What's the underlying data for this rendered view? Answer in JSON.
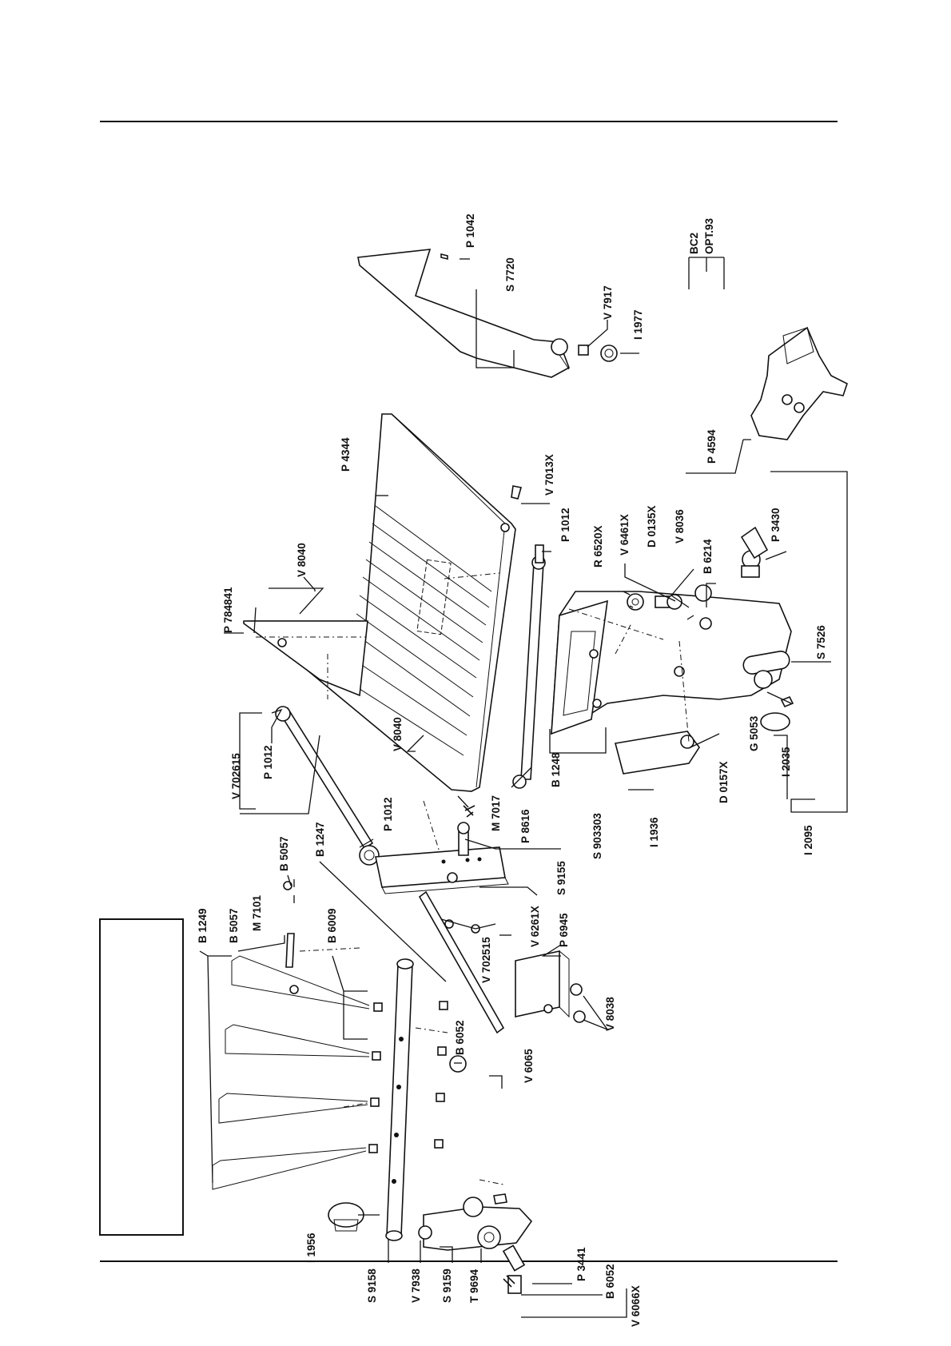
{
  "drawing": {
    "assembly_labels": [
      "BC2",
      "OPT.93"
    ]
  },
  "callouts": [
    {
      "id": "P 1042"
    },
    {
      "id": "S 7720"
    },
    {
      "id": "V 7917"
    },
    {
      "id": "I 1977"
    },
    {
      "id": "P 4344"
    },
    {
      "id": "V 7013X"
    },
    {
      "id": "P 1012"
    },
    {
      "id": "R 6520X"
    },
    {
      "id": "V 6461X"
    },
    {
      "id": "D 0135X"
    },
    {
      "id": "V 8036"
    },
    {
      "id": "B 6214"
    },
    {
      "id": "P 3430"
    },
    {
      "id": "P 4594"
    },
    {
      "id": "P 784841"
    },
    {
      "id": "V 8040"
    },
    {
      "id": "V 702615"
    },
    {
      "id": "P 1012"
    },
    {
      "id": "V 8040"
    },
    {
      "id": "M 7017"
    },
    {
      "id": "B 1248"
    },
    {
      "id": "S 903303"
    },
    {
      "id": "I 1936"
    },
    {
      "id": "D 0157X"
    },
    {
      "id": "G 5053"
    },
    {
      "id": "I 2035"
    },
    {
      "id": "S 7526"
    },
    {
      "id": "I 2095"
    },
    {
      "id": "P 1012"
    },
    {
      "id": "B 1247"
    },
    {
      "id": "P 8616"
    },
    {
      "id": "S 9155"
    },
    {
      "id": "B 5057"
    },
    {
      "id": "M 7101"
    },
    {
      "id": "B 5057"
    },
    {
      "id": "B 6009"
    },
    {
      "id": "B 1249"
    },
    {
      "id": "V 702515"
    },
    {
      "id": "V 6261X"
    },
    {
      "id": "P 6945"
    },
    {
      "id": "V 8038"
    },
    {
      "id": "B 6052"
    },
    {
      "id": "V 6065"
    },
    {
      "id": "I 1956"
    },
    {
      "id": "S 9158"
    },
    {
      "id": "V 7938"
    },
    {
      "id": "S 9159"
    },
    {
      "id": "T 9694"
    },
    {
      "id": "P 3441"
    },
    {
      "id": "B 6052"
    },
    {
      "id": "V 6066X"
    }
  ]
}
